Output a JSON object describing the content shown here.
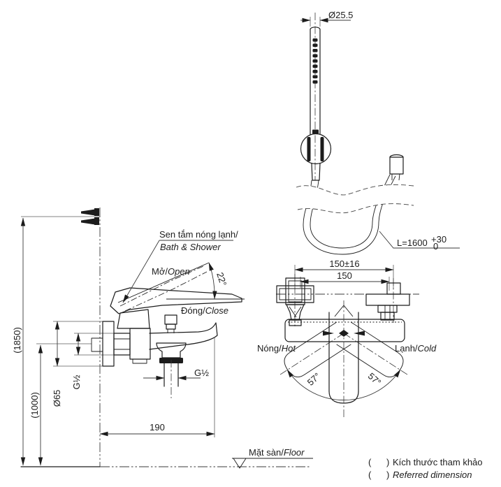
{
  "colors": {
    "line": "#1c1c1c",
    "background": "#ffffff"
  },
  "hand_shower": {
    "head_diameter": "Ø25.5",
    "hose_length": "L=1600",
    "hose_tolerance_upper": "+30",
    "hose_tolerance_lower": "0"
  },
  "front_view": {
    "callout_line1_vi": "Sen tắm nóng lạnh/",
    "callout_line2_en": "Bath & Shower",
    "open_vi": "Mở/",
    "open_en": "Open",
    "close_vi": "Đóng/",
    "close_en": "Close",
    "handle_angle": "22°",
    "overall_height": "(1850)",
    "mounting_height": "(1000)",
    "escutcheon_diameter": "Ø65",
    "inlet_thread": "G½",
    "outlet_thread": "G½",
    "spout_reach": "190"
  },
  "top_view": {
    "center_distance_with_tolerance": "150±16",
    "center_distance": "150",
    "hot_vi": "Nóng/",
    "hot_en": "Hot",
    "cold_vi": "Lạnh/",
    "cold_en": "Cold",
    "swivel_angle_left": "57°",
    "swivel_angle_right": "57°"
  },
  "floor": {
    "label_vi": "Mặt sàn/",
    "label_en": "Floor"
  },
  "notes": {
    "paren_open": "(",
    "paren_close": ")",
    "line1_vi": "Kích thước tham khảo",
    "line2_en": "Referred dimension"
  }
}
